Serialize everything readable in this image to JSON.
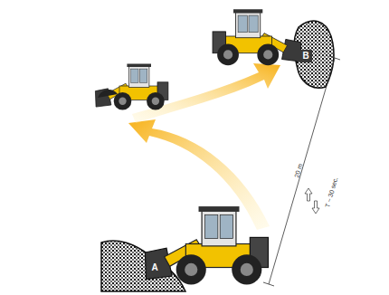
{
  "diagram": {
    "nodes": [
      {
        "text": [
          "A"
        ]
      },
      {
        "text": [
          "B"
        ]
      }
    ],
    "labels": [
      "20 m",
      "T ~ 30 sec."
    ]
  }
}
